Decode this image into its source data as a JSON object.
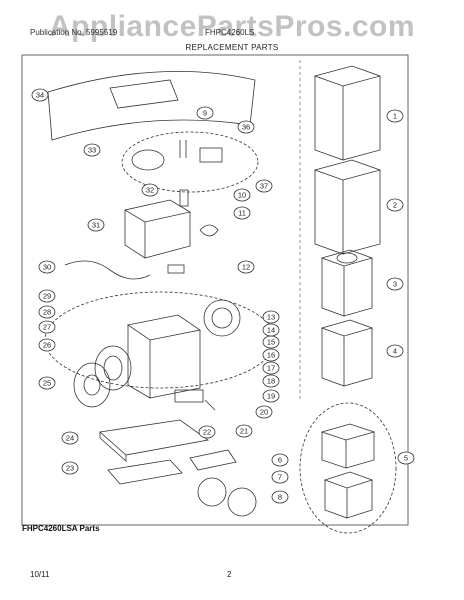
{
  "watermark": "AppliancePartsPros.com",
  "header": {
    "left": "Publication No. 5995519",
    "right": "FHPC4260LS"
  },
  "subheader": "REPLACEMENT PARTS",
  "callouts": [
    "34",
    "9",
    "36",
    "33",
    "37",
    "32",
    "10",
    "31",
    "11",
    "12",
    "30",
    "29",
    "28",
    "27",
    "26",
    "25",
    "24",
    "23",
    "22",
    "21",
    "20",
    "19",
    "18",
    "17",
    "16",
    "15",
    "14",
    "13",
    "1",
    "2",
    "3",
    "4",
    "5",
    "6",
    "7",
    "8"
  ],
  "caption": "FHPC4260LSA Parts",
  "footer": {
    "date": "10/11",
    "page": "2"
  }
}
